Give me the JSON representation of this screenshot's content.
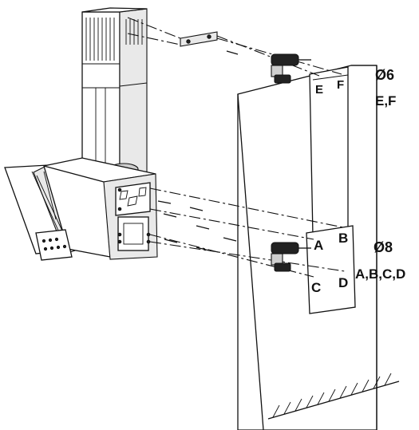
{
  "upper_holes": {
    "diameter": "Ø6",
    "letters": "E,F",
    "points": [
      "E",
      "F"
    ]
  },
  "lower_holes": {
    "diameter": "Ø8",
    "letters": "A,B,C,D",
    "points": [
      "A",
      "B",
      "C",
      "D"
    ]
  },
  "icons": {
    "drill": "power-drill-icon",
    "floor": "floor-hatch"
  }
}
